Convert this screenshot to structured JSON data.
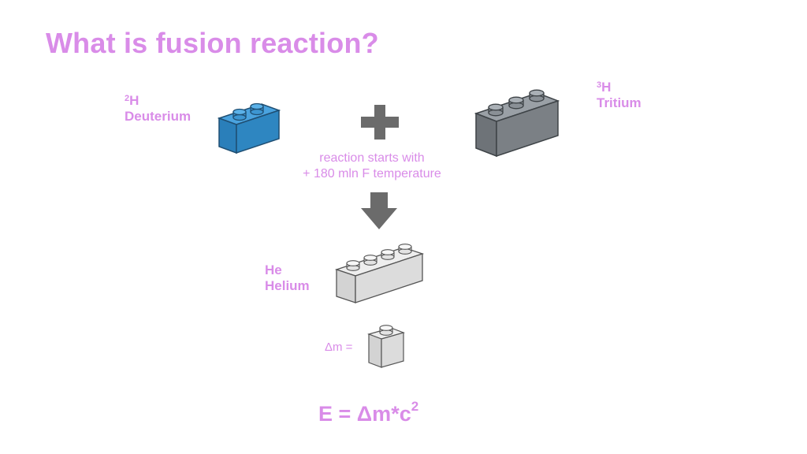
{
  "slide": {
    "title": "What is fusion reaction?"
  },
  "deuterium": {
    "symbol": "H",
    "mass_number": "2",
    "name": "Deuterium",
    "color": "#2e86c1"
  },
  "tritium": {
    "symbol": "H",
    "mass_number": "3",
    "name": "Tritium",
    "color": "#7b8085"
  },
  "operator_icon": "plus-icon",
  "result_arrow_icon": "down-arrow-icon",
  "condition": {
    "line1": "reaction starts with",
    "line2": "+ 180 mln F temperature"
  },
  "helium": {
    "symbol": "He",
    "name": "Helium",
    "color": "#d9d9d9"
  },
  "mass_defect": {
    "label": "Δm ="
  },
  "equation": {
    "lhs": "E = Δm*c",
    "exponent": "2"
  },
  "colors": {
    "accent": "#d98ce8",
    "operator": "#6b6b6b"
  }
}
